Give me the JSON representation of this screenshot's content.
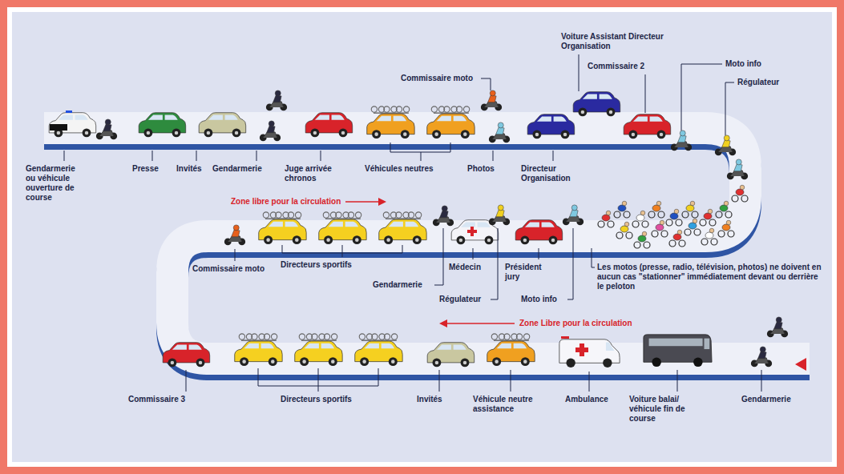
{
  "diagram": {
    "labels": [
      "Gendarmerie ou véhicule ouverture de course",
      "Presse",
      "Invités",
      "Gendarmerie",
      "Juge arrivée chronos",
      "Véhicules neutres",
      "Commissaire moto",
      "Photos",
      "Voiture Assistant Directeur Organisation",
      "Directeur Organisation",
      "Commissaire 2",
      "Moto info",
      "Régulateur",
      "Zone libre pour la circulation",
      "Commissaire moto",
      "Directeurs sportifs",
      "Gendarmerie",
      "Médecin",
      "Régulateur",
      "Président jury",
      "Moto info",
      "Les motos (presse, radio, télévision, photos) ne doivent en aucun cas \"stationner\" immédiatement devant ou derrière le peloton",
      "Commissaire 3",
      "Directeurs sportifs",
      "Invités",
      "Véhicule neutre assistance",
      "Zone Libre pour la circulation",
      "Ambulance",
      "Voiture balai/ véhicule fin de course",
      "Gendarmerie"
    ]
  }
}
